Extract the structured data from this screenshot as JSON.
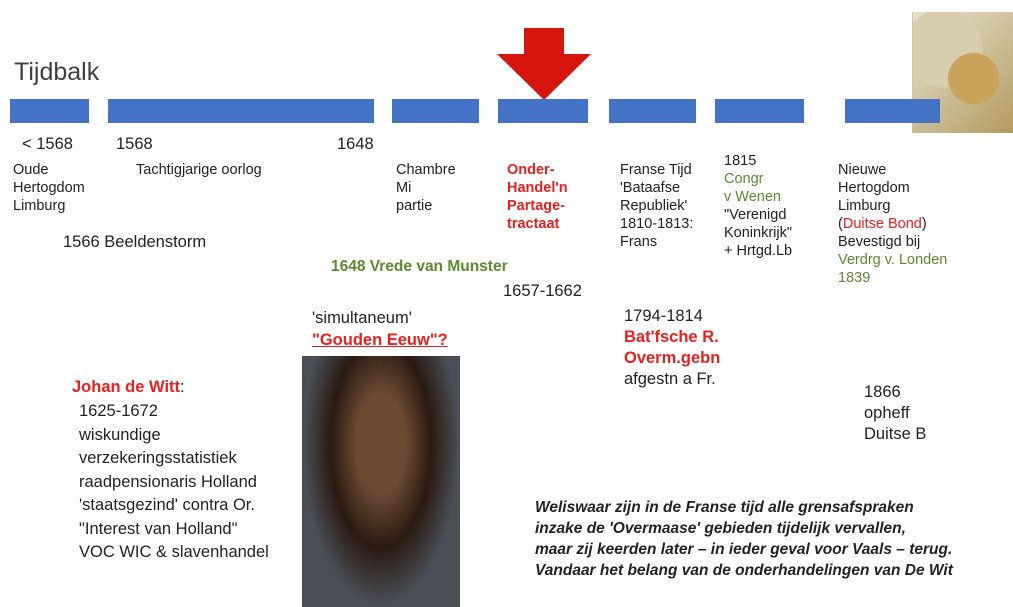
{
  "title": "Tijdbalk",
  "arrow_icon": "down-arrow-icon",
  "colors": {
    "bar": "#4472c4",
    "red": "#e8201e",
    "green": "#5c8a2e"
  },
  "timeline": {
    "lt1568": "< 1568",
    "oude": [
      "Oude",
      "Hertogdom",
      "Limburg"
    ],
    "y1568": "1568",
    "tachtig": "Tachtigjarige oorlog",
    "y1648": "1648",
    "beeldenstorm": "1566 Beeldenstorm",
    "chambre": [
      "Chambre",
      "Mi",
      "partie"
    ],
    "onder": [
      "Onder-",
      "Handel'n",
      "Partage-",
      "tractaat"
    ],
    "vrede": "1648 Vrede van Munster",
    "y1657": "1657-1662",
    "franse": [
      "Franse Tijd",
      "'Bataafse",
      "Republiek'",
      "1810-1813:",
      "Frans"
    ],
    "c1815": "1815",
    "congr": [
      "Congr",
      "v Wenen"
    ],
    "verenigd": [
      "\"Verenigd",
      "Koninkrijk\"",
      "+ Hrtgd.Lb"
    ],
    "nieuwe": [
      "Nieuwe",
      "Hertogdom",
      "Limburg"
    ],
    "duitse_open": "(",
    "duitse_bond": "Duitse Bond",
    "duitse_close": ")",
    "bevestigd": "Bevestigd bij",
    "verdrg": [
      "Verdrg v. Londen",
      "1839"
    ],
    "y1794": "1794-1814",
    "batfsche": [
      "Bat'fsche R.",
      "Overm.gebn"
    ],
    "afgestn": "afgestn a Fr.",
    "y1866": [
      "1866",
      "opheff",
      "Duitse B"
    ],
    "simultaneum": "'simultaneum'",
    "gouden": "\"Gouden Eeuw\"?"
  },
  "witt": {
    "name": "Johan de Witt",
    "colon": ":",
    "lines": [
      "1625-1672",
      "wiskundige",
      "verzekeringsstatistiek",
      "raadpensionaris Holland",
      "'staatsgezind' contra Or.",
      "\"Interest van Holland\"",
      "VOC WIC & slavenhandel"
    ]
  },
  "note": [
    "Weliswaar zijn in de Franse tijd alle grensafspraken",
    "inzake de 'Overmaase' gebieden tijdelijk vervallen,",
    "maar zij keerden later – in ieder geval voor Vaals – terug.",
    "Vandaar het belang van de onderhandelingen van De Wit"
  ]
}
